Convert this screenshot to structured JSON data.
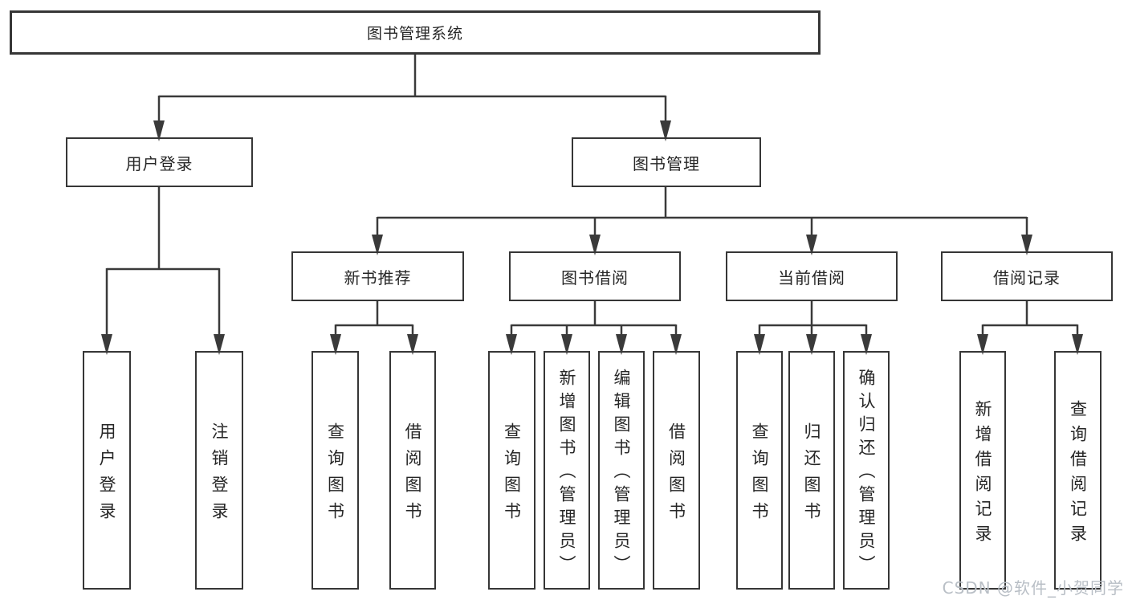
{
  "tree": {
    "label": "图书管理系统",
    "children": [
      {
        "label": "用户登录",
        "children": [
          {
            "label": "用户登录"
          },
          {
            "label": "注销登录"
          }
        ]
      },
      {
        "label": "图书管理",
        "children": [
          {
            "label": "新书推荐",
            "children": [
              {
                "label": "查询图书"
              },
              {
                "label": "借阅图书"
              }
            ]
          },
          {
            "label": "图书借阅",
            "children": [
              {
                "label": "查询图书"
              },
              {
                "label": "新增图书（管理员）"
              },
              {
                "label": "编辑图书（管理员）"
              },
              {
                "label": "借阅图书"
              }
            ]
          },
          {
            "label": "当前借阅",
            "children": [
              {
                "label": "查询图书"
              },
              {
                "label": "归还图书"
              },
              {
                "label": "确认归还（管理员）"
              }
            ]
          },
          {
            "label": "借阅记录",
            "children": [
              {
                "label": "新增借阅记录"
              },
              {
                "label": "查询借阅记录"
              }
            ]
          }
        ]
      }
    ]
  },
  "watermark": "CSDN @软件_小贺同学",
  "colors": {
    "line": "#3a3a3a",
    "box_border": "#363636",
    "text": "#262626",
    "watermark": "#b9bfc6",
    "background": "#ffffff"
  }
}
